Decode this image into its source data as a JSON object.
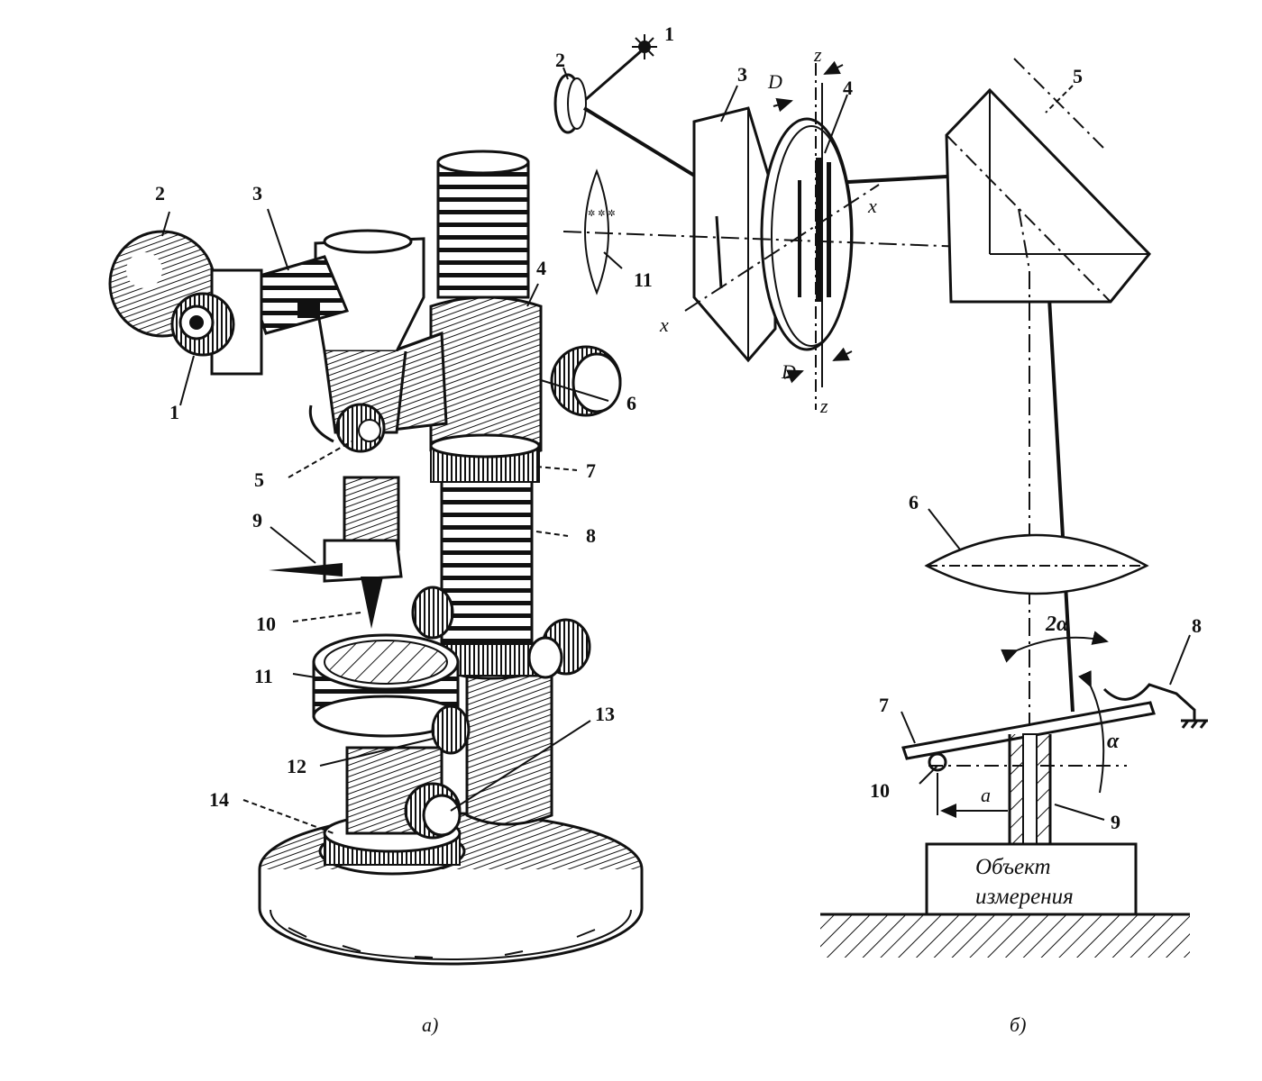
{
  "figure_a": {
    "caption": "а)",
    "labels": {
      "l1": "1",
      "l2": "2",
      "l3": "3",
      "l4": "4",
      "l5": "5",
      "l6": "6",
      "l7": "7",
      "l8": "8",
      "l9": "9",
      "l10": "10",
      "l11": "11",
      "l12": "12",
      "l13": "13",
      "l14": "14"
    }
  },
  "figure_b": {
    "caption": "б)",
    "labels": {
      "l1": "1",
      "l2": "2",
      "l3": "3",
      "l4": "4",
      "l5": "5",
      "l6": "6",
      "l7": "7",
      "l8": "8",
      "l9": "9",
      "l10": "10",
      "l11": "11"
    },
    "axis_labels": {
      "z_top": "z",
      "z_bottom": "z",
      "d_top": "D",
      "d_bottom": "D",
      "x_right": "x",
      "x_left": "x",
      "two_alpha": "2α",
      "alpha": "α",
      "a": "a"
    },
    "object_label": {
      "line1": "Объект",
      "line2": "измерения"
    }
  }
}
